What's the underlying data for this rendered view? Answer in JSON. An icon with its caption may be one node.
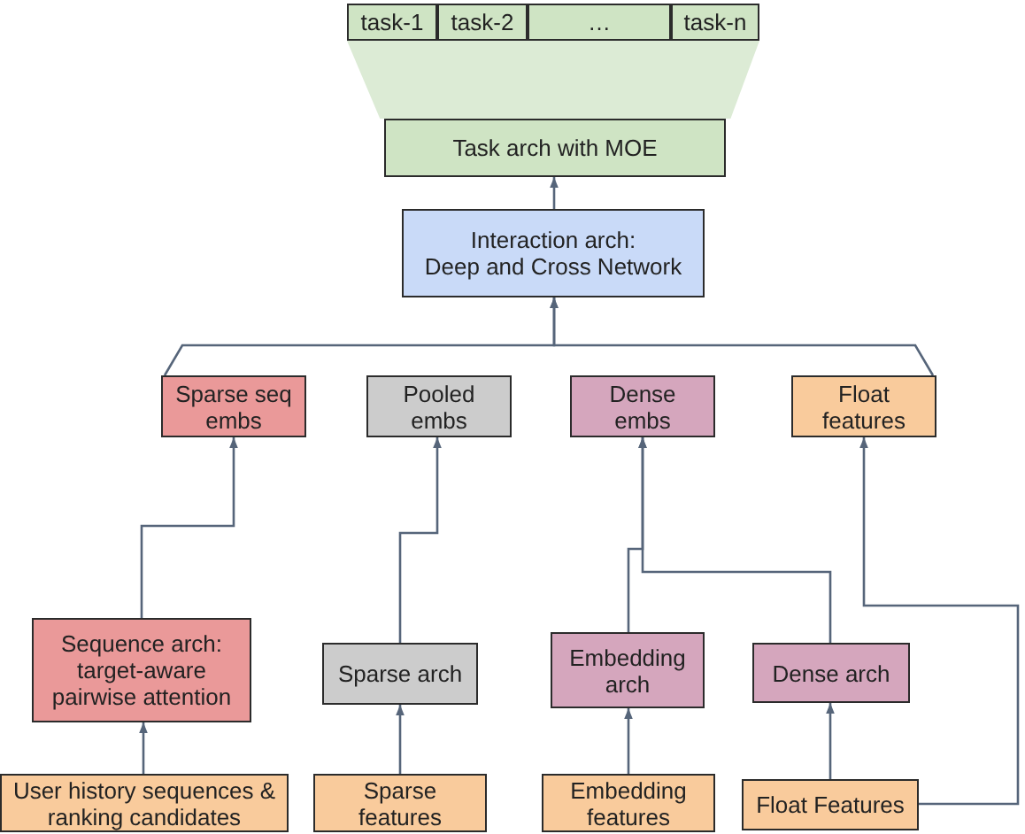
{
  "diagram": {
    "nodes": [
      {
        "text": [
          "task-1"
        ]
      },
      {
        "text": [
          "task-2"
        ]
      },
      {
        "text": [
          "…"
        ]
      },
      {
        "text": [
          "task-n"
        ]
      },
      {
        "text": [],
        "shape": "trapezoid"
      },
      {
        "text": [
          "Task arch with MOE"
        ]
      },
      {
        "text": [
          "Interaction arch:",
          "Deep and Cross Network"
        ]
      },
      {
        "text": [
          "Sparse seq embs"
        ]
      },
      {
        "text": [
          "Pooled embs"
        ]
      },
      {
        "text": [
          "Dense embs"
        ]
      },
      {
        "text": [
          "Float features"
        ]
      },
      {
        "text": [
          "Sequence arch:",
          "target-aware pairwise attention"
        ]
      },
      {
        "text": [
          "Sparse arch"
        ]
      },
      {
        "text": [
          "Embedding arch"
        ]
      },
      {
        "text": [
          "Dense arch"
        ]
      },
      {
        "text": [
          "User history sequences & ranking candidates"
        ]
      },
      {
        "text": [
          "Sparse features"
        ]
      },
      {
        "text": [
          "Embedding features"
        ]
      },
      {
        "text": [
          "Float Features"
        ]
      }
    ],
    "edges": [
      {
        "from": 6,
        "to": 5,
        "arrow": "to"
      },
      {
        "from": 7,
        "to": 6,
        "arrow": "to"
      },
      {
        "from": 10,
        "to": 6,
        "arrow": "to"
      },
      {
        "from": 11,
        "to": 7,
        "arrow": "to"
      },
      {
        "from": 12,
        "to": 8,
        "arrow": "to"
      },
      {
        "from": 13,
        "to": 9,
        "arrow": "to"
      },
      {
        "from": 14,
        "to": 9,
        "arrow": "to"
      },
      {
        "from": 15,
        "to": 11,
        "arrow": "to"
      },
      {
        "from": 16,
        "to": 12,
        "arrow": "to"
      },
      {
        "from": 17,
        "to": 13,
        "arrow": "to"
      },
      {
        "from": 18,
        "to": 14,
        "arrow": "to"
      },
      {
        "from": 18,
        "to": 10,
        "arrow": "to"
      }
    ]
  }
}
